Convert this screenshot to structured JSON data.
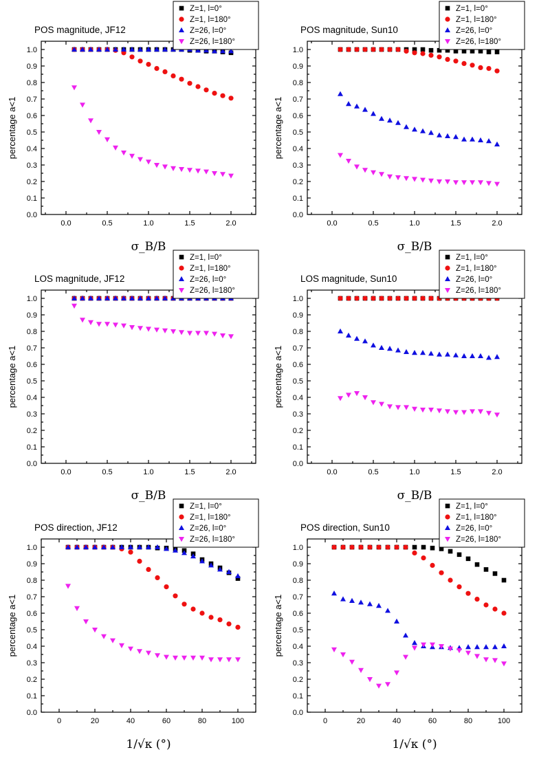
{
  "colors": {
    "Z1_l0": "#000000",
    "Z1_l180": "#ee1111",
    "Z26_l0": "#1010e0",
    "Z26_l180": "#ee22ee"
  },
  "chart_data": [
    {
      "type": "scatter",
      "title": "POS magnitude, JF12",
      "xlabel": "σ_B/B",
      "ylabel": "percentage a<1",
      "xlim": [
        -0.3,
        2.3
      ],
      "ylim": [
        0,
        1.05
      ],
      "xticks": [
        "0.0",
        "0.5",
        "1.0",
        "1.5",
        "2.0"
      ],
      "yticks": [
        "0.0",
        "0.1",
        "0.2",
        "0.3",
        "0.4",
        "0.5",
        "0.6",
        "0.7",
        "0.8",
        "0.9",
        "1.0"
      ],
      "legend_position": "top-right",
      "x": [
        0.1,
        0.2,
        0.3,
        0.4,
        0.5,
        0.6,
        0.7,
        0.8,
        0.9,
        1.0,
        1.1,
        1.2,
        1.3,
        1.4,
        1.5,
        1.6,
        1.7,
        1.8,
        1.9,
        2.0
      ],
      "series": [
        {
          "name": "Z=1, l=0°",
          "marker": "square",
          "values": [
            1.0,
            1.0,
            1.0,
            1.0,
            1.0,
            1.0,
            1.0,
            1.0,
            1.0,
            1.0,
            1.0,
            1.0,
            1.0,
            1.0,
            0.995,
            0.995,
            0.99,
            0.99,
            0.985,
            0.98
          ]
        },
        {
          "name": "Z=1, l=180°",
          "marker": "circle",
          "values": [
            1.0,
            1.0,
            1.0,
            1.0,
            1.0,
            0.995,
            0.98,
            0.955,
            0.93,
            0.91,
            0.885,
            0.865,
            0.84,
            0.82,
            0.795,
            0.775,
            0.755,
            0.735,
            0.72,
            0.705
          ]
        },
        {
          "name": "Z=26, l=0°",
          "marker": "triangle-up",
          "values": [
            1.0,
            1.0,
            1.0,
            1.0,
            1.0,
            1.0,
            1.0,
            1.0,
            1.0,
            1.0,
            1.0,
            1.0,
            1.0,
            1.0,
            1.0,
            0.995,
            0.995,
            0.99,
            0.99,
            0.99
          ]
        },
        {
          "name": "Z=26, l=180°",
          "marker": "triangle-down",
          "values": [
            0.77,
            0.665,
            0.57,
            0.5,
            0.455,
            0.405,
            0.375,
            0.355,
            0.335,
            0.32,
            0.3,
            0.29,
            0.28,
            0.275,
            0.27,
            0.265,
            0.26,
            0.25,
            0.245,
            0.235
          ]
        }
      ]
    },
    {
      "type": "scatter",
      "title": "POS magnitude, Sun10",
      "xlabel": "σ_B/B",
      "ylabel": "percentage a<1",
      "xlim": [
        -0.3,
        2.3
      ],
      "ylim": [
        0,
        1.05
      ],
      "xticks": [
        "0.0",
        "0.5",
        "1.0",
        "1.5",
        "2.0"
      ],
      "yticks": [
        "0.0",
        "0.1",
        "0.2",
        "0.3",
        "0.4",
        "0.5",
        "0.6",
        "0.7",
        "0.8",
        "0.9",
        "1.0"
      ],
      "legend_position": "top-right",
      "x": [
        0.1,
        0.2,
        0.3,
        0.4,
        0.5,
        0.6,
        0.7,
        0.8,
        0.9,
        1.0,
        1.1,
        1.2,
        1.3,
        1.4,
        1.5,
        1.6,
        1.7,
        1.8,
        1.9,
        2.0
      ],
      "series": [
        {
          "name": "Z=1, l=0°",
          "marker": "square",
          "values": [
            1.0,
            1.0,
            1.0,
            1.0,
            1.0,
            1.0,
            1.0,
            1.0,
            1.0,
            1.0,
            1.0,
            0.995,
            0.995,
            0.995,
            0.99,
            0.99,
            0.99,
            0.99,
            0.985,
            0.985
          ]
        },
        {
          "name": "Z=1, l=180°",
          "marker": "circle",
          "values": [
            1.0,
            1.0,
            1.0,
            1.0,
            1.0,
            1.0,
            1.0,
            1.0,
            0.99,
            0.98,
            0.975,
            0.965,
            0.955,
            0.94,
            0.93,
            0.915,
            0.905,
            0.89,
            0.885,
            0.87
          ]
        },
        {
          "name": "Z=26, l=0°",
          "marker": "triangle-up",
          "values": [
            0.73,
            0.67,
            0.655,
            0.635,
            0.61,
            0.58,
            0.57,
            0.555,
            0.53,
            0.515,
            0.505,
            0.495,
            0.48,
            0.475,
            0.47,
            0.455,
            0.455,
            0.45,
            0.445,
            0.425
          ]
        },
        {
          "name": "Z=26, l=180°",
          "marker": "triangle-down",
          "values": [
            0.36,
            0.325,
            0.29,
            0.27,
            0.255,
            0.245,
            0.23,
            0.225,
            0.22,
            0.215,
            0.21,
            0.205,
            0.2,
            0.2,
            0.195,
            0.195,
            0.195,
            0.195,
            0.19,
            0.185
          ]
        }
      ]
    },
    {
      "type": "scatter",
      "title": "LOS magnitude, JF12",
      "xlabel": "σ_B/B",
      "ylabel": "percentage a<1",
      "xlim": [
        -0.3,
        2.3
      ],
      "ylim": [
        0,
        1.05
      ],
      "xticks": [
        "0.0",
        "0.5",
        "1.0",
        "1.5",
        "2.0"
      ],
      "yticks": [
        "0.0",
        "0.1",
        "0.2",
        "0.3",
        "0.4",
        "0.5",
        "0.6",
        "0.7",
        "0.8",
        "0.9",
        "1.0"
      ],
      "legend_position": "top-right",
      "x": [
        0.1,
        0.2,
        0.3,
        0.4,
        0.5,
        0.6,
        0.7,
        0.8,
        0.9,
        1.0,
        1.1,
        1.2,
        1.3,
        1.4,
        1.5,
        1.6,
        1.7,
        1.8,
        1.9,
        2.0
      ],
      "series": [
        {
          "name": "Z=1, l=0°",
          "marker": "square",
          "values": [
            1.0,
            1.0,
            1.0,
            1.0,
            1.0,
            1.0,
            1.0,
            1.0,
            1.0,
            1.0,
            1.0,
            1.0,
            1.0,
            1.0,
            1.0,
            1.0,
            1.0,
            1.0,
            1.0,
            1.0
          ]
        },
        {
          "name": "Z=1, l=180°",
          "marker": "circle",
          "values": [
            1.0,
            1.0,
            1.0,
            1.0,
            1.0,
            1.0,
            1.0,
            1.0,
            1.0,
            1.0,
            1.0,
            1.0,
            1.0,
            1.0,
            1.0,
            1.0,
            1.0,
            1.0,
            1.0,
            1.0
          ]
        },
        {
          "name": "Z=26, l=0°",
          "marker": "triangle-up",
          "values": [
            1.0,
            1.0,
            1.0,
            1.0,
            1.0,
            1.0,
            1.0,
            1.0,
            1.0,
            1.0,
            1.0,
            1.0,
            1.0,
            1.0,
            1.0,
            1.0,
            1.0,
            1.0,
            1.0,
            1.0
          ]
        },
        {
          "name": "Z=26, l=180°",
          "marker": "triangle-down",
          "values": [
            0.955,
            0.87,
            0.855,
            0.845,
            0.845,
            0.84,
            0.835,
            0.825,
            0.82,
            0.815,
            0.81,
            0.805,
            0.8,
            0.795,
            0.79,
            0.79,
            0.79,
            0.785,
            0.775,
            0.77
          ]
        }
      ]
    },
    {
      "type": "scatter",
      "title": "LOS magnitude, Sun10",
      "xlabel": "σ_B/B",
      "ylabel": "percentage a<1",
      "xlim": [
        -0.3,
        2.3
      ],
      "ylim": [
        0,
        1.05
      ],
      "xticks": [
        "0.0",
        "0.5",
        "1.0",
        "1.5",
        "2.0"
      ],
      "yticks": [
        "0.0",
        "0.1",
        "0.2",
        "0.3",
        "0.4",
        "0.5",
        "0.6",
        "0.7",
        "0.8",
        "0.9",
        "1.0"
      ],
      "legend_position": "top-right",
      "x": [
        0.1,
        0.2,
        0.3,
        0.4,
        0.5,
        0.6,
        0.7,
        0.8,
        0.9,
        1.0,
        1.1,
        1.2,
        1.3,
        1.4,
        1.5,
        1.6,
        1.7,
        1.8,
        1.9,
        2.0
      ],
      "series": [
        {
          "name": "Z=1, l=0°",
          "marker": "square",
          "values": [
            1.0,
            1.0,
            1.0,
            1.0,
            1.0,
            1.0,
            1.0,
            1.0,
            1.0,
            1.0,
            1.0,
            1.0,
            1.0,
            1.0,
            1.0,
            1.0,
            1.0,
            1.0,
            1.0,
            1.0
          ]
        },
        {
          "name": "Z=1, l=180°",
          "marker": "circle",
          "values": [
            1.0,
            1.0,
            1.0,
            1.0,
            1.0,
            1.0,
            1.0,
            1.0,
            1.0,
            1.0,
            1.0,
            1.0,
            1.0,
            1.0,
            1.0,
            1.0,
            1.0,
            1.0,
            1.0,
            1.0
          ]
        },
        {
          "name": "Z=26, l=0°",
          "marker": "triangle-up",
          "values": [
            0.8,
            0.775,
            0.755,
            0.74,
            0.715,
            0.7,
            0.695,
            0.685,
            0.675,
            0.67,
            0.67,
            0.665,
            0.66,
            0.66,
            0.655,
            0.65,
            0.65,
            0.65,
            0.64,
            0.645
          ]
        },
        {
          "name": "Z=26, l=180°",
          "marker": "triangle-down",
          "values": [
            0.395,
            0.415,
            0.425,
            0.4,
            0.37,
            0.36,
            0.345,
            0.34,
            0.34,
            0.33,
            0.325,
            0.325,
            0.32,
            0.315,
            0.31,
            0.31,
            0.315,
            0.315,
            0.305,
            0.295
          ]
        }
      ]
    },
    {
      "type": "scatter",
      "title": "POS direction, JF12",
      "xlabel": "1/√κ (°)",
      "ylabel": "percentage a<1",
      "xlim": [
        -10,
        110
      ],
      "ylim": [
        0,
        1.05
      ],
      "xticks": [
        "0",
        "20",
        "40",
        "60",
        "80",
        "100"
      ],
      "yticks": [
        "0.0",
        "0.1",
        "0.2",
        "0.3",
        "0.4",
        "0.5",
        "0.6",
        "0.7",
        "0.8",
        "0.9",
        "1.0"
      ],
      "legend_position": "top-right",
      "x": [
        5,
        10,
        15,
        20,
        25,
        30,
        35,
        40,
        45,
        50,
        55,
        60,
        65,
        70,
        75,
        80,
        85,
        90,
        95,
        100
      ],
      "series": [
        {
          "name": "Z=1, l=0°",
          "marker": "square",
          "values": [
            1.0,
            1.0,
            1.0,
            1.0,
            1.0,
            1.0,
            1.0,
            1.0,
            1.0,
            1.0,
            0.995,
            0.995,
            0.99,
            0.98,
            0.96,
            0.925,
            0.9,
            0.875,
            0.845,
            0.81
          ]
        },
        {
          "name": "Z=1, l=180°",
          "marker": "circle",
          "values": [
            1.0,
            1.0,
            1.0,
            1.0,
            1.0,
            1.0,
            0.99,
            0.97,
            0.915,
            0.865,
            0.815,
            0.76,
            0.705,
            0.655,
            0.625,
            0.6,
            0.575,
            0.56,
            0.535,
            0.515
          ]
        },
        {
          "name": "Z=26, l=0°",
          "marker": "triangle-up",
          "values": [
            1.0,
            1.0,
            1.0,
            1.0,
            1.0,
            1.0,
            1.0,
            1.0,
            1.0,
            1.0,
            1.0,
            0.99,
            0.98,
            0.965,
            0.945,
            0.915,
            0.89,
            0.865,
            0.85,
            0.825
          ]
        },
        {
          "name": "Z=26, l=180°",
          "marker": "triangle-down",
          "values": [
            0.765,
            0.63,
            0.55,
            0.5,
            0.46,
            0.435,
            0.405,
            0.385,
            0.37,
            0.36,
            0.345,
            0.335,
            0.33,
            0.33,
            0.33,
            0.33,
            0.32,
            0.32,
            0.32,
            0.32
          ]
        }
      ]
    },
    {
      "type": "scatter",
      "title": "POS direction, Sun10",
      "xlabel": "1/√κ (°)",
      "ylabel": "percentage a<1",
      "xlim": [
        -10,
        110
      ],
      "ylim": [
        0,
        1.05
      ],
      "xticks": [
        "0",
        "20",
        "40",
        "60",
        "80",
        "100"
      ],
      "yticks": [
        "0.0",
        "0.1",
        "0.2",
        "0.3",
        "0.4",
        "0.5",
        "0.6",
        "0.7",
        "0.8",
        "0.9",
        "1.0"
      ],
      "legend_position": "top-right",
      "x": [
        5,
        10,
        15,
        20,
        25,
        30,
        35,
        40,
        45,
        50,
        55,
        60,
        65,
        70,
        75,
        80,
        85,
        90,
        95,
        100
      ],
      "series": [
        {
          "name": "Z=1, l=0°",
          "marker": "square",
          "values": [
            1.0,
            1.0,
            1.0,
            1.0,
            1.0,
            1.0,
            1.0,
            1.0,
            1.0,
            1.0,
            1.0,
            0.995,
            0.99,
            0.975,
            0.955,
            0.93,
            0.895,
            0.865,
            0.84,
            0.8
          ]
        },
        {
          "name": "Z=1, l=180°",
          "marker": "circle",
          "values": [
            1.0,
            1.0,
            1.0,
            1.0,
            1.0,
            1.0,
            1.0,
            1.0,
            1.0,
            0.965,
            0.935,
            0.89,
            0.845,
            0.8,
            0.76,
            0.72,
            0.685,
            0.65,
            0.625,
            0.6
          ]
        },
        {
          "name": "Z=26, l=0°",
          "marker": "triangle-up",
          "values": [
            0.72,
            0.685,
            0.675,
            0.665,
            0.655,
            0.645,
            0.615,
            0.55,
            0.465,
            0.42,
            0.4,
            0.395,
            0.395,
            0.39,
            0.39,
            0.395,
            0.395,
            0.395,
            0.395,
            0.4
          ]
        },
        {
          "name": "Z=26, l=180°",
          "marker": "triangle-down",
          "values": [
            0.38,
            0.35,
            0.305,
            0.255,
            0.2,
            0.16,
            0.17,
            0.24,
            0.335,
            0.39,
            0.41,
            0.41,
            0.4,
            0.385,
            0.375,
            0.36,
            0.34,
            0.32,
            0.315,
            0.295
          ]
        }
      ]
    }
  ]
}
